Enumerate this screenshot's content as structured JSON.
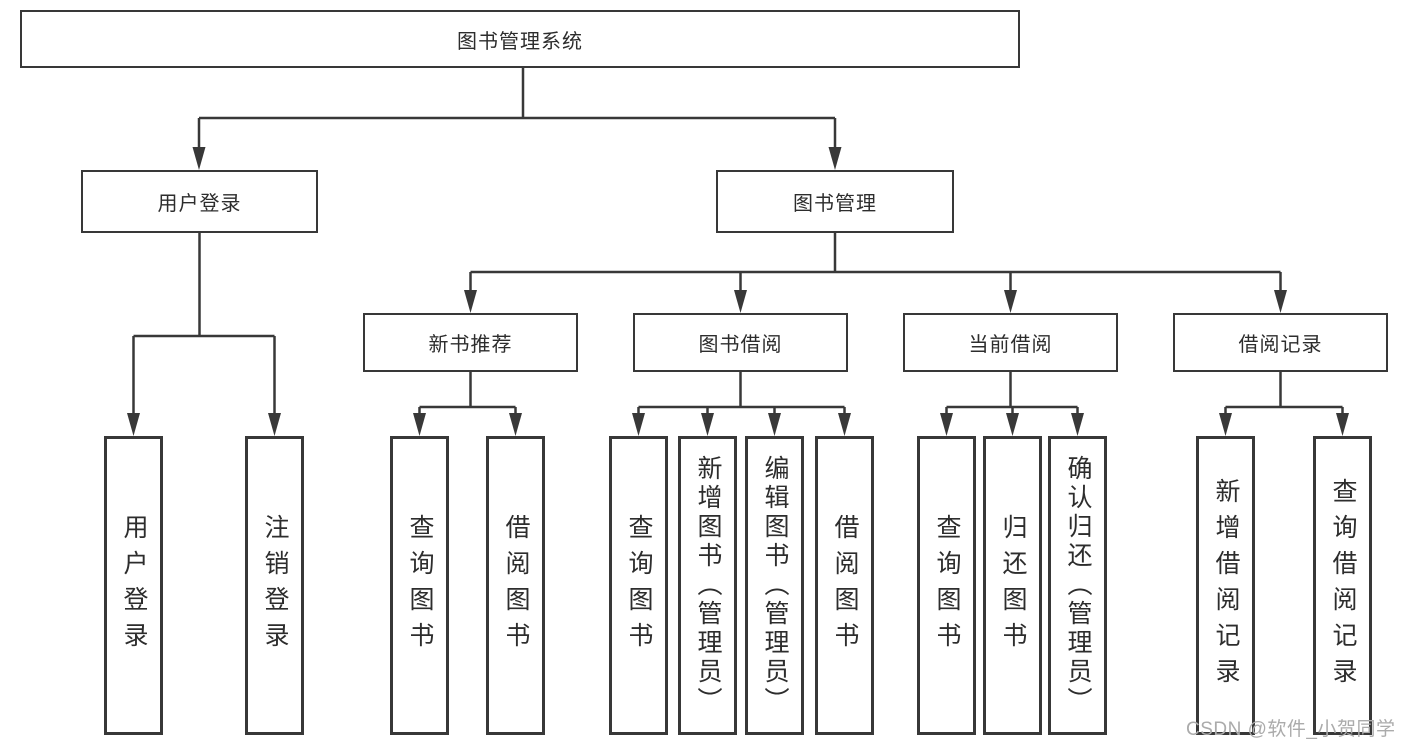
{
  "tree": {
    "root": {
      "label": "图书管理系统"
    },
    "branches": [
      {
        "label": "用户登录",
        "children": [
          {
            "label": "用户登录"
          },
          {
            "label": "注销登录"
          }
        ]
      },
      {
        "label": "图书管理",
        "children": [
          {
            "label": "新书推荐",
            "children": [
              {
                "label": "查询图书"
              },
              {
                "label": "借阅图书"
              }
            ]
          },
          {
            "label": "图书借阅",
            "children": [
              {
                "label": "查询图书"
              },
              {
                "label": "新增图书（管理员）"
              },
              {
                "label": "编辑图书（管理员）"
              },
              {
                "label": "借阅图书"
              }
            ]
          },
          {
            "label": "当前借阅",
            "children": [
              {
                "label": "查询图书"
              },
              {
                "label": "归还图书"
              },
              {
                "label": "确认归还（管理员）"
              }
            ]
          },
          {
            "label": "借阅记录",
            "children": [
              {
                "label": "新增借阅记录"
              },
              {
                "label": "查询借阅记录"
              }
            ]
          }
        ]
      }
    ]
  },
  "watermark": {
    "text": "CSDN @软件_小贺同学"
  },
  "colors": {
    "line": "#383838",
    "text": "#2d2d2d",
    "watermark": "#ababab",
    "node_bg": "#ffffff"
  }
}
